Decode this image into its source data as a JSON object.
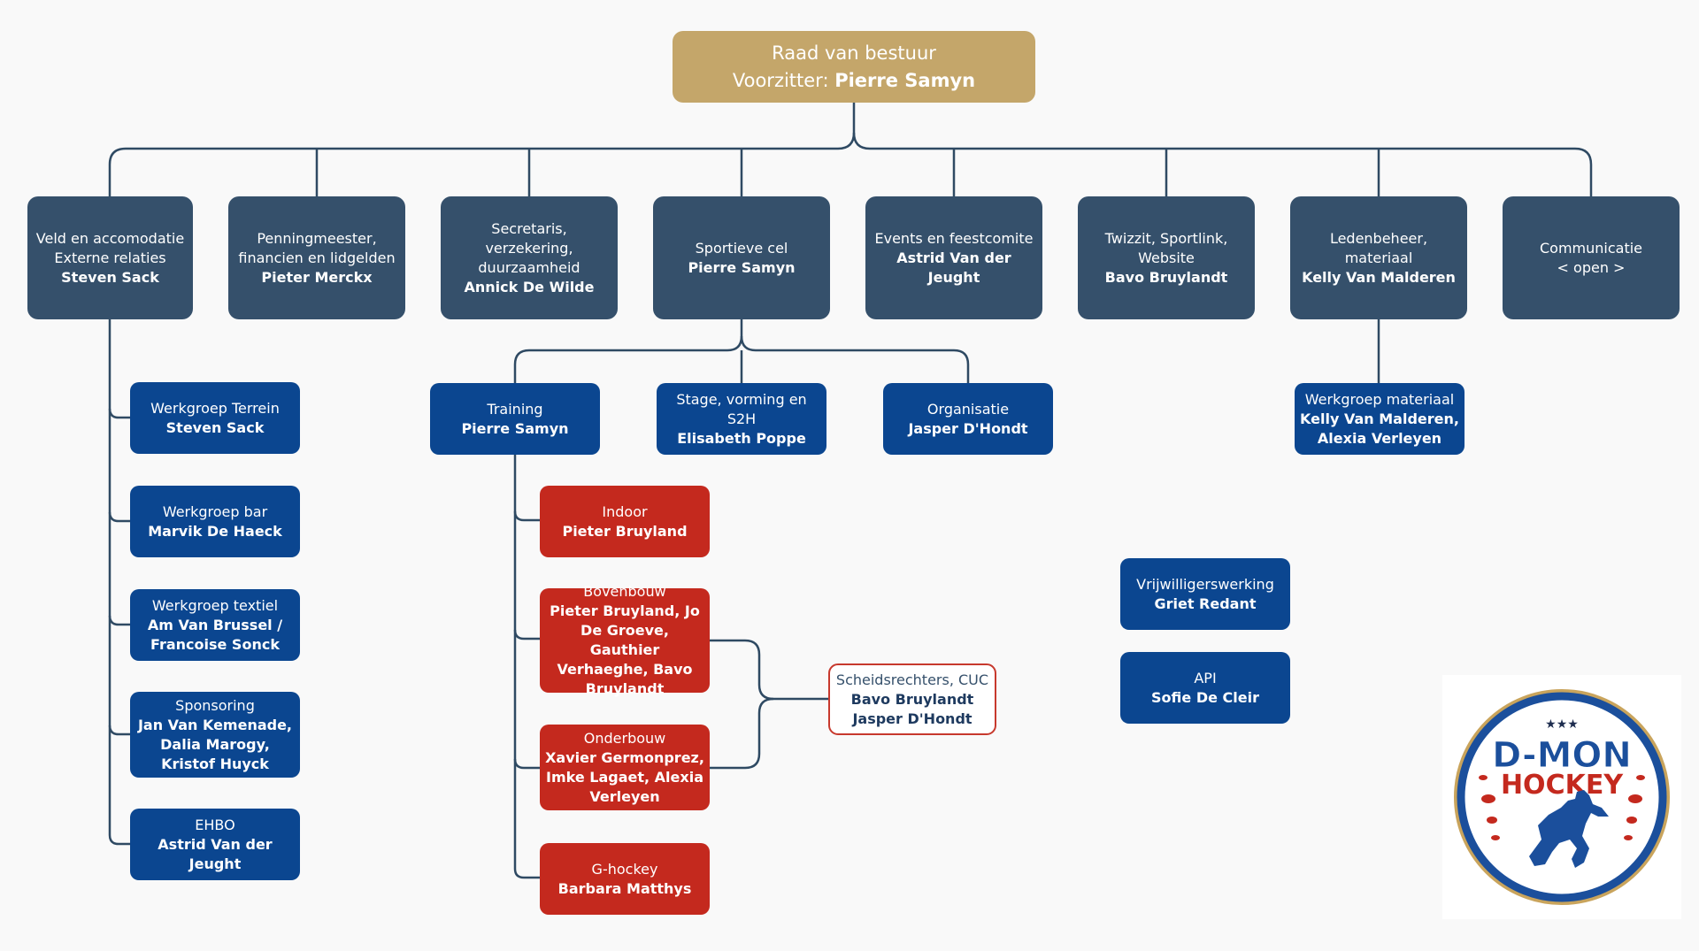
{
  "board": {
    "title": "Raad van bestuur",
    "prefix": "Voorzitter: ",
    "name": "Pierre Samyn"
  },
  "departments": [
    {
      "l1": "Veld en accomodatie",
      "l2": "Externe relaties",
      "name": "Steven Sack"
    },
    {
      "l1": "Penningmeester,",
      "l2": "financien en lidgelden",
      "name": "Pieter Merckx"
    },
    {
      "l1": "Secretaris, verzekering,",
      "l2": "duurzaamheid",
      "name": "Annick De Wilde"
    },
    {
      "l1": "Sportieve cel",
      "l2": "",
      "name": "Pierre Samyn"
    },
    {
      "l1": "Events en feestcomite",
      "l2": "",
      "name": "Astrid Van der Jeught"
    },
    {
      "l1": "Twizzit, Sportlink,",
      "l2": "Website",
      "name": "Bavo Bruylandt"
    },
    {
      "l1": "Ledenbeheer, materiaal",
      "l2": "",
      "name": "Kelly Van Malderen"
    },
    {
      "l1": "Communicatie",
      "l2": "< open >",
      "name": ""
    }
  ],
  "workgroups": [
    {
      "label": "Werkgroep Terrein",
      "name": "Steven Sack"
    },
    {
      "label": "Werkgroep bar",
      "name": "Marvik De Haeck"
    },
    {
      "label": "Werkgroep textiel",
      "name": "Am Van Brussel / Francoise Sonck"
    },
    {
      "label": "Sponsoring",
      "name": "Jan Van Kemenade, Dalia Marogy, Kristof Huyck"
    },
    {
      "label": "EHBO",
      "name": "Astrid Van der Jeught"
    }
  ],
  "sport": [
    {
      "label": "Training",
      "name": "Pierre Samyn"
    },
    {
      "label": "Stage, vorming en S2H",
      "name": "Elisabeth Poppe"
    },
    {
      "label": "Organisatie",
      "name": "Jasper D'Hondt"
    }
  ],
  "training": [
    {
      "label": "Indoor",
      "name": "Pieter Bruyland"
    },
    {
      "label": "Bovenbouw",
      "name": "Pieter Bruyland, Jo De Groeve, Gauthier Verhaeghe, Bavo Bruylandt"
    },
    {
      "label": "Onderbouw",
      "name": "Xavier Germonprez, Imke Lagaet, Alexia Verleyen"
    },
    {
      "label": "G-hockey",
      "name": "Barbara Matthys"
    }
  ],
  "referees": {
    "label": "Scheidsrechters, CUC",
    "name1": "Bavo Bruylandt",
    "name2": "Jasper D'Hondt"
  },
  "material": {
    "label": "Werkgroep materiaal",
    "name": "Kelly Van Malderen, Alexia Verleyen"
  },
  "volunteers": {
    "label": "Vrijwilligerswerking",
    "name": "Griet Redant"
  },
  "api": {
    "label": "API",
    "name": "Sofie De Cleir"
  },
  "logo": {
    "line1": "D-MON",
    "line2": "HOCKEY",
    "icon": "rider-on-horse-icon",
    "stars": "★★★"
  },
  "colors": {
    "board": "#c4a66a",
    "department": "#35506b",
    "group": "#0b4690",
    "training": "#c4291e",
    "line": "#2f4a63"
  }
}
